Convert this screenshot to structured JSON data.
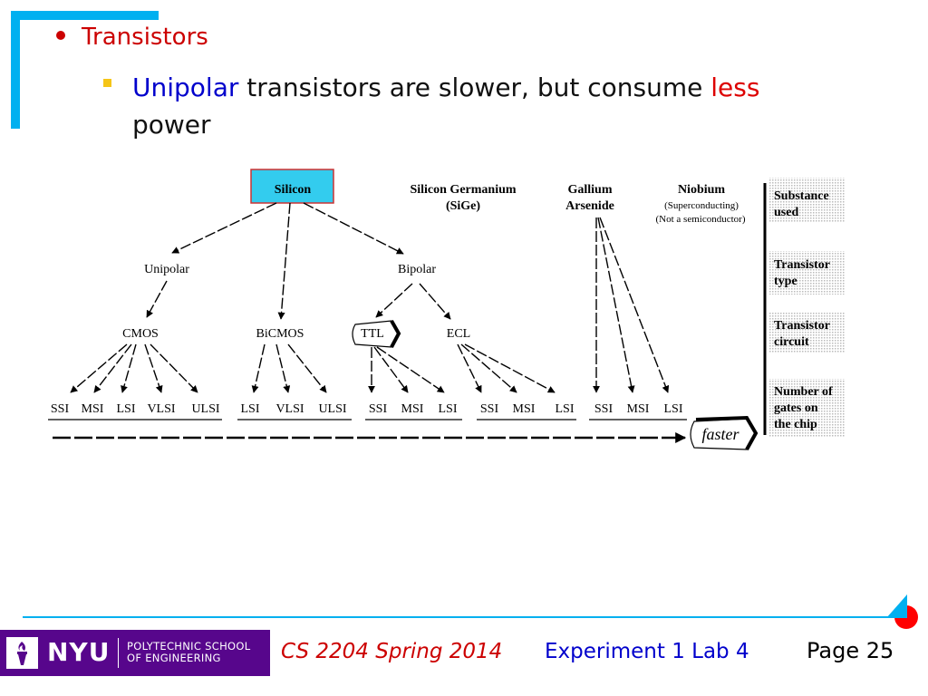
{
  "slide": {
    "bullet_main": "Transistors",
    "sub_part1": "Unipolar",
    "sub_part2": " transistors are slower, but consume ",
    "sub_part3": "less",
    "sub_part4": " power"
  },
  "diagram": {
    "substances": {
      "silicon": "Silicon",
      "sige_line1": "Silicon Germanium",
      "sige_line2": "(SiGe)",
      "gaas_line1": "Gallium",
      "gaas_line2": "Arsenide",
      "niobium": "Niobium",
      "niobium_note1": "(Superconducting)",
      "niobium_note2": "(Not a semiconductor)"
    },
    "types": {
      "unipolar": "Unipolar",
      "bipolar": "Bipolar"
    },
    "circuits": {
      "cmos": "CMOS",
      "bicmos": "BiCMOS",
      "ttl": "TTL",
      "ecl": "ECL"
    },
    "gates": {
      "cmos": [
        "SSI",
        "MSI",
        "LSI",
        "VLSI",
        "ULSI"
      ],
      "bicmos": [
        "LSI",
        "VLSI",
        "ULSI"
      ],
      "ttl": [
        "SSI",
        "MSI",
        "LSI"
      ],
      "ecl": [
        "SSI",
        "MSI",
        "LSI"
      ],
      "gaas": [
        "SSI",
        "MSI",
        "LSI"
      ]
    },
    "faster": "faster",
    "legend": {
      "substance": [
        "Substance",
        "used"
      ],
      "type": [
        "Transistor",
        "type"
      ],
      "circuit": [
        "Transistor",
        "circuit"
      ],
      "gates": [
        "Number of",
        "gates on",
        "the chip"
      ]
    },
    "colors": {
      "silicon_box": "#33ccee",
      "silicon_border": "#cc3333",
      "legend_bg": "#dddddd"
    }
  },
  "footer": {
    "logo_text": "NYU",
    "school_line1": "POLYTECHNIC SCHOOL",
    "school_line2": "OF ENGINEERING",
    "course": "CS 2204 Spring 2014",
    "experiment": "Experiment 1 Lab 4",
    "page": "Page 25"
  }
}
